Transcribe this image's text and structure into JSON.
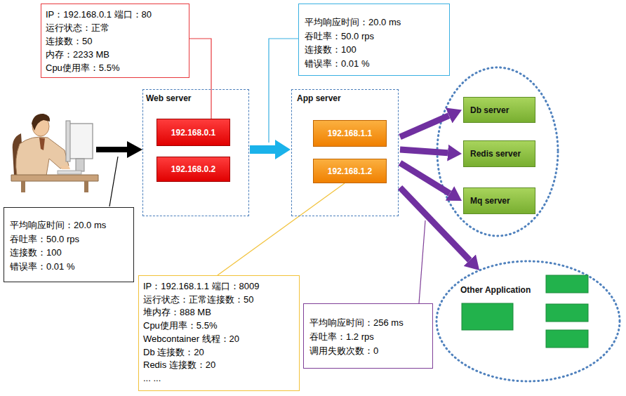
{
  "diagram": {
    "nodes": [
      {
        "text": [
          "IP：192.168.0.1 端口：80",
          "运行状态：正常",
          "连接数：50",
          "内存：2233 MB",
          "Cpu使用率：5.5%"
        ]
      },
      {
        "text": [
          "平均响应时间：20.0 ms",
          "吞吐率：50.0 rps",
          "连接数：100",
          "错误率：0.01 %"
        ]
      },
      {
        "text": [
          "Web server"
        ]
      },
      {
        "text": [
          "192.168.0.1"
        ],
        "in": 2
      },
      {
        "text": [
          "192.168.0.2"
        ],
        "in": 2
      },
      {
        "text": [
          "App server"
        ]
      },
      {
        "text": [
          "192.168.1.1"
        ],
        "in": 5
      },
      {
        "text": [
          "192.168.1.2"
        ],
        "in": 5
      },
      {
        "text": [
          "Db server"
        ]
      },
      {
        "text": [
          "Redis server"
        ]
      },
      {
        "text": [
          "Mq server"
        ]
      },
      {
        "text": [
          "平均响应时间：20.0 ms",
          "吞吐率：50.0 rps",
          "连接数：100",
          "错误率：0.01 %"
        ]
      },
      {
        "text": [
          "Other Application"
        ]
      },
      {
        "text": [
          "IP：192.168.1.1 端口：8009",
          "运行状态：正常连接数：50",
          "堆内存：888 MB",
          "Cpu使用率：5.5%",
          "Webcontainer 线程：20",
          "Db 连接数：20",
          "Redis 连接数：20",
          "... ..."
        ]
      },
      {
        "text": [
          "平均响应时间：256 ms",
          "吞吐率：1.2 rps",
          "调用失败次数：0"
        ]
      }
    ],
    "edges": [
      {
        "from": 2,
        "to": 5,
        "arrow": "to"
      },
      {
        "from": 5,
        "to": 8,
        "arrow": "to"
      },
      {
        "from": 5,
        "to": 9,
        "arrow": "to"
      },
      {
        "from": 5,
        "to": 10,
        "arrow": "to"
      },
      {
        "from": 5,
        "to": 12,
        "arrow": "to"
      },
      {
        "from": 0,
        "to": 3,
        "arrow": "none"
      },
      {
        "from": 13,
        "to": 7,
        "arrow": "none"
      }
    ]
  }
}
